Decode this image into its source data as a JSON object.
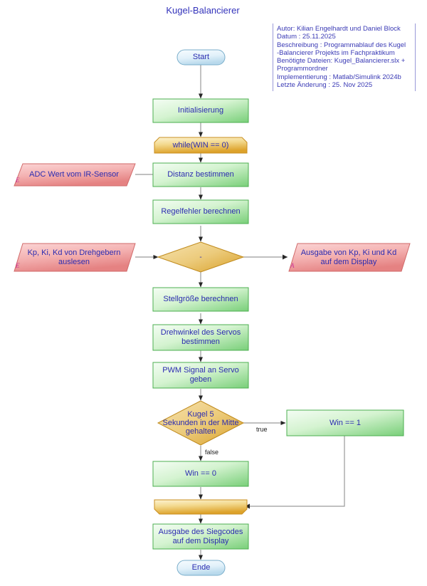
{
  "title": "Kugel-Balancierer",
  "info_box": {
    "text": "Autor: Kilian Engelhardt und Daniel Block\nDatum : 25.11.2025\nBeschreibung : Programmablauf des Kugel\n-Balancierer Projekts im Fachpraktikum\nBenötigte Dateien: Kugel_Balancierer.slx +\nProgrammordner\nImplementierung : Matlab/Simulink 2024b\nLetzte Änderung : 25. Nov 2025"
  },
  "colors": {
    "text_blue": "#2b2bb0",
    "title_blue": "#3333bb",
    "process_green_light": "#f0fdf0",
    "process_green_dark": "#7ed47e",
    "process_border": "#4caf50",
    "terminal_blue_light": "#f2fbff",
    "terminal_blue_dark": "#bcdcee",
    "terminal_border": "#7aaecb",
    "loop_orange_light": "#fdf0c8",
    "loop_orange_dark": "#e0a62c",
    "loop_border": "#c98f22",
    "decision_orange_light": "#f7e2a8",
    "decision_orange_dark": "#d9a22c",
    "io_pink_light": "#f9c7c7",
    "io_pink_dark": "#e98888",
    "io_border": "#d06a6a",
    "io_marker": "#cc3399",
    "line": "#8f8f8f"
  },
  "nodes": {
    "start": {
      "label": "Start",
      "type": "terminal"
    },
    "init": {
      "label": "Initialisierung",
      "type": "process"
    },
    "while_loop": {
      "label": "while(WIN == 0)",
      "type": "loop-start"
    },
    "distanz": {
      "label": "Distanz bestimmen",
      "type": "process"
    },
    "regelfehler": {
      "label": "Regelfehler berechnen",
      "type": "process"
    },
    "decision_dash": {
      "label": "-",
      "type": "decision"
    },
    "stellgroesse": {
      "label": "Stellgröße berechnen",
      "type": "process"
    },
    "drehwinkel": {
      "label": "Drehwinkel des Servos\nbestimmen",
      "type": "process"
    },
    "pwm": {
      "label": "PWM Signal an Servo\ngeben",
      "type": "process"
    },
    "kugel_decision": {
      "label": "Kugel 5\nSekunden in der Mitte\ngehalten",
      "type": "decision"
    },
    "win_1": {
      "label": "Win == 1",
      "type": "process"
    },
    "win_0": {
      "label": "Win == 0",
      "type": "process"
    },
    "loop_end": {
      "label": "",
      "type": "loop-end"
    },
    "siegcode": {
      "label": "Ausgabe des Siegcodes\nauf dem Display",
      "type": "process"
    },
    "ende": {
      "label": "Ende",
      "type": "terminal"
    }
  },
  "io_nodes": {
    "adc_sensor": {
      "label": "ADC Wert vom IR-Sensor",
      "marker": "E",
      "side": "left"
    },
    "pid_read": {
      "label": "Kp, Ki, Kd von Drehgebern\nauslesen",
      "marker": "E",
      "side": "left"
    },
    "pid_display": {
      "label": "Ausgabe von Kp, Ki und Kd\nauf dem Display",
      "marker": "A",
      "side": "right"
    }
  },
  "edge_labels": {
    "true": "true",
    "false": "false"
  }
}
